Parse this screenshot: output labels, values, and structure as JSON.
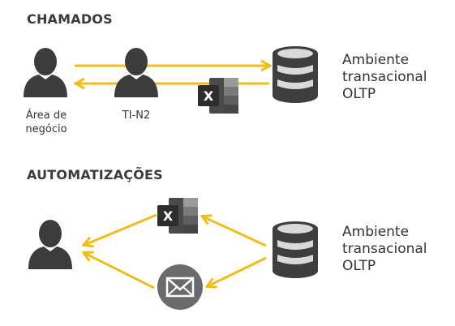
{
  "sections": {
    "chamados": {
      "title": "CHAMADOS",
      "actor_business": {
        "line1": "Área de",
        "line2": "negócio"
      },
      "actor_it": "TI-N2",
      "excel_letter": "X",
      "database": {
        "line1": "Ambiente",
        "line2": "transacional",
        "line3": "OLTP"
      }
    },
    "automatizacoes": {
      "title": "AUTOMATIZAÇÕES",
      "excel_letter": "X",
      "database": {
        "line1": "Ambiente",
        "line2": "transacional",
        "line3": "OLTP"
      }
    }
  },
  "icons": [
    "person-icon",
    "database-icon",
    "excel-icon",
    "mail-icon"
  ],
  "colors": {
    "arrow": "#f1bd1a",
    "person": "#3c3c3c",
    "database_dark": "#3e3e3e",
    "database_light": "#d9d9d9",
    "excel_dark": "#2d2d2d",
    "mail_circle": "#6b6b6b",
    "text": "#333333"
  }
}
